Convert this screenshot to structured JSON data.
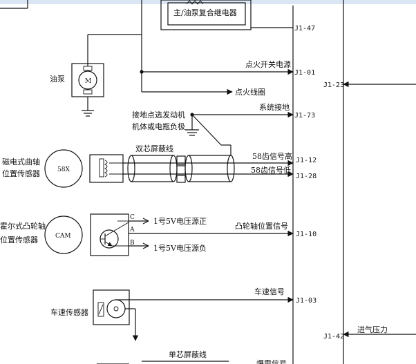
{
  "relay": {
    "label": "主/油泵复合继电器"
  },
  "pump": {
    "label": "油泵",
    "motor": "M"
  },
  "crank_sensor": {
    "label_line1": "磁电式曲轴",
    "label_line2": "位置传感器",
    "wheel": "58X"
  },
  "cam_sensor": {
    "label_line1": "霍尔式凸轮轴",
    "label_line2": "位置传感器",
    "wheel": "CAM",
    "pin_c": "C",
    "pin_a": "A",
    "pin_b": "B"
  },
  "speed_sensor": {
    "label": "车速传感器"
  },
  "signals": {
    "ignition_power": "点火开关电源",
    "ignition_coil": "点火线圈",
    "system_ground": "系统接地",
    "ground_note_line1": "接地点选发动机",
    "ground_note_line2": "机体或电瓶负极",
    "twin_shield": "双芯屏蔽线",
    "sig58_high": "58齿信号高",
    "sig58_low": "58齿信号低",
    "v5_pos": "1号5V电压源正",
    "cam_pos_signal": "凸轮轴位置信号",
    "v5_neg": "1号5V电压源负",
    "speed_signal": "车速信号",
    "single_shield": "单芯屏蔽线",
    "knock_signal": "爆震信号",
    "intake_pressure": "进气压力"
  },
  "pins": {
    "j1_47": "J1-47",
    "j1_01": "J1-01",
    "j1_73": "J1-73",
    "j1_12": "J1-12",
    "j1_28": "J1-28",
    "j1_10": "J1-10",
    "j1_03": "J1-03",
    "j1_23": "J1-23",
    "j1_42": "J1-42"
  }
}
